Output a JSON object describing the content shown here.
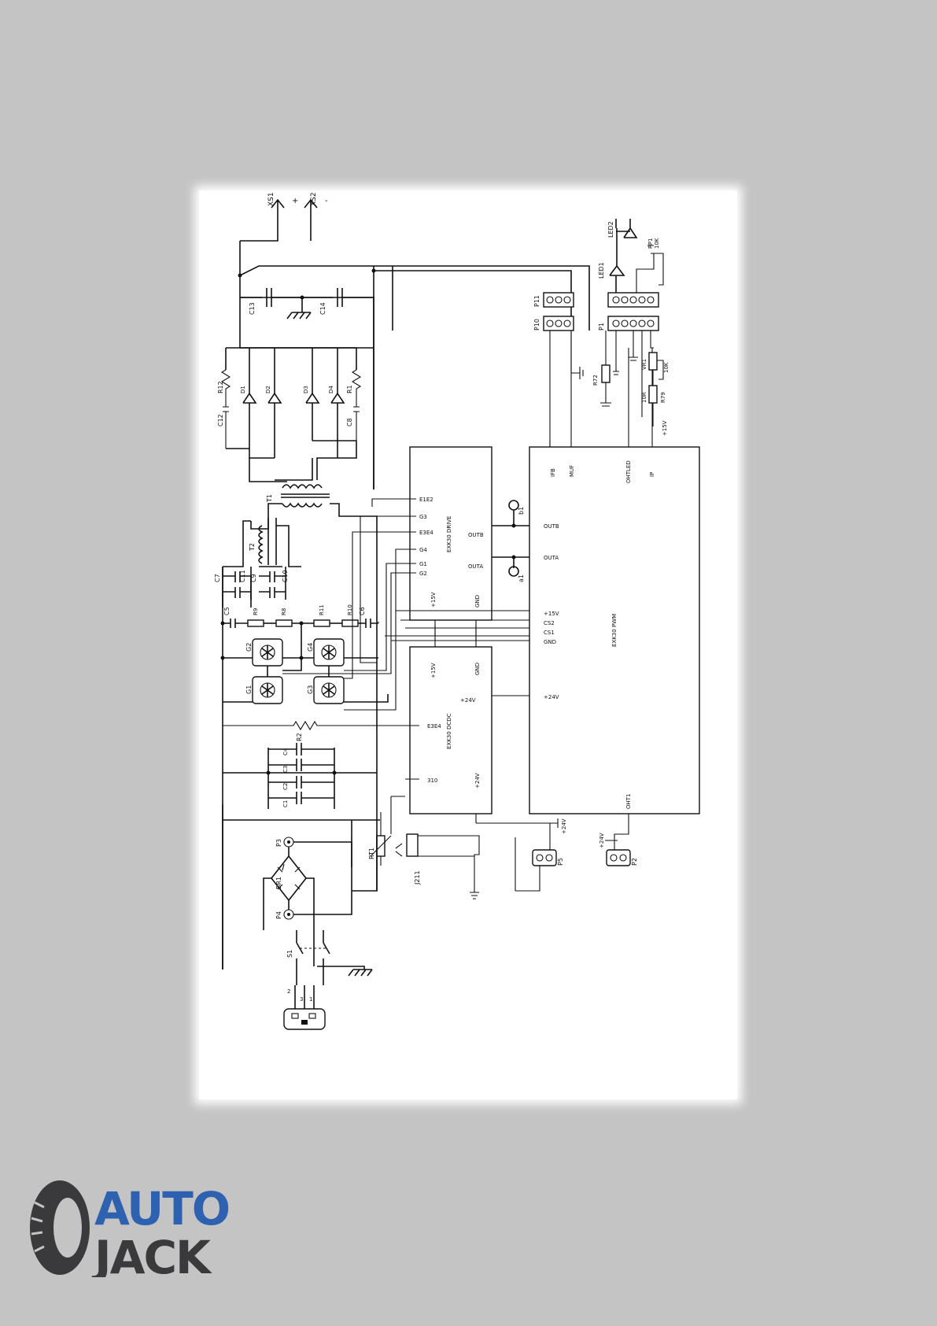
{
  "brand": {
    "line1": "AUTO",
    "line2": "JACK",
    "colors": {
      "blue": "#2e62b0",
      "dark": "#3a3a3c"
    },
    "icon": "tire-icon"
  },
  "blocks": {
    "drive": "EXK30 DRIVE",
    "pwm": "EXK30 PWM",
    "dcdc": "EXK30 DCDC"
  },
  "pins": {
    "drive": [
      "E1E2",
      "G3",
      "E3E4",
      "G4",
      "G1",
      "G2",
      "OUTB",
      "OUTA",
      "+15V",
      "GND"
    ],
    "pwm": [
      "OUTB",
      "OUTA",
      "+15V",
      "CS2",
      "CS1",
      "GND",
      "+24V",
      "IFB",
      "MUF",
      "OHTLED",
      "IP",
      "OHT1"
    ],
    "dcdc": [
      "+15V",
      "GND",
      "+24V",
      "E3E4",
      "310",
      "+24V"
    ]
  },
  "refs": {
    "outputs": [
      "XS1",
      "XS2"
    ],
    "polarity": [
      "+",
      "-"
    ],
    "caps": [
      "C13",
      "C14",
      "C12",
      "C8",
      "C7",
      "C11",
      "C9",
      "C10",
      "C5",
      "C6",
      "C1",
      "C2",
      "C3",
      "C4"
    ],
    "resistors": [
      "R12",
      "R1",
      "R9",
      "R8",
      "R11",
      "R10",
      "R2",
      "R72",
      "R79",
      "10R",
      "VR1",
      "10K",
      "RP1",
      "10K"
    ],
    "diodes": [
      "D1",
      "D2",
      "D3",
      "D4",
      "BR1"
    ],
    "igbts": [
      "G1",
      "G2",
      "G3",
      "G4"
    ],
    "transformers": [
      "T1",
      "T2"
    ],
    "connectors": [
      "P10",
      "P11",
      "P1",
      "P2",
      "P3",
      "P4",
      "P5",
      "S1",
      "RT1",
      "J211"
    ],
    "leds": [
      "LED1",
      "LED2"
    ],
    "nodes": [
      "b1",
      "a1"
    ],
    "rails": [
      "+24V",
      "+15V",
      "+24V"
    ],
    "socket_pins": [
      "2",
      "3",
      "1"
    ]
  }
}
